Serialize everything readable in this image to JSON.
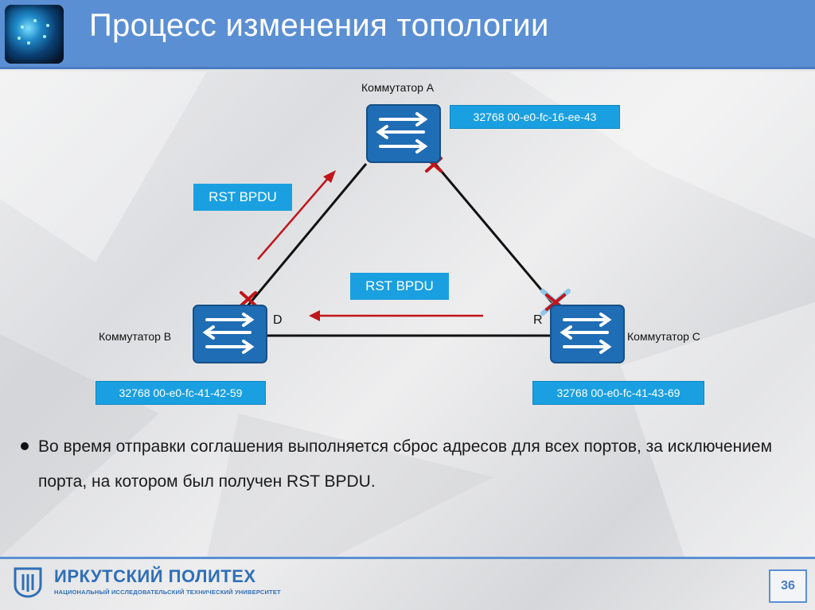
{
  "header": {
    "title": "Процесс изменения топологии"
  },
  "diagram": {
    "switch_a": {
      "label": "Коммутатор A",
      "id": "32768 00-e0-fc-16-ee-43"
    },
    "switch_b": {
      "label": "Коммутатор B",
      "id": "32768 00-e0-fc-41-42-59"
    },
    "switch_c": {
      "label": "Коммутатор C",
      "id": "32768 00-e0-fc-41-43-69"
    },
    "rst_left": "RST BPDU",
    "rst_center": "RST BPDU",
    "port_d": "D",
    "port_r": "R"
  },
  "body": {
    "bullet": "Во время отправки соглашения выполняется сброс адресов для всех портов, за исключением порта, на котором был получен RST BPDU."
  },
  "footer": {
    "logo_name": "ИРКУТСКИЙ ПОЛИТЕХ",
    "logo_sub": "НАЦИОНАЛЬНЫЙ ИССЛЕДОВАТЕЛЬСКИЙ ТЕХНИЧЕСКИЙ УНИВЕРСИТЕТ",
    "page_number": "36"
  },
  "colors": {
    "header": "#5b8fd3",
    "switch": "#1f6db5",
    "label_box": "#1aa0e0",
    "arrow": "#c0151b",
    "blocked_x": "#c0151b",
    "cross_light": "#8fc6ea"
  }
}
